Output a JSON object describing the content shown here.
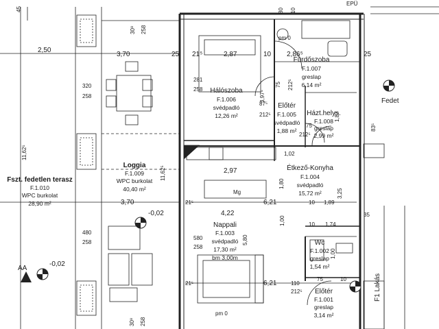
{
  "dims": {
    "d45": "45",
    "d80": "80",
    "d10": "10",
    "epu": "EPÜ",
    "d308_top": "30⁸",
    "d258_top": "258",
    "d250": "2,50",
    "d370_top": "3,70",
    "d25_a": "25",
    "d21_a": "21⁵",
    "d287": "2,87",
    "d10_b": "10",
    "d286": "2,86⁵",
    "d25_b": "25",
    "d320": "320",
    "d258_b": "258",
    "d281": "281",
    "d258_c": "258",
    "d397": "3,97⁵",
    "d75_a": "75",
    "d212_a": "212⁵",
    "d87": "87⁵",
    "d212_b": "212⁵",
    "d75_b": "75",
    "d212_c": "212⁵",
    "d187": "1,87",
    "d83": "83⁵",
    "d1162_l": "11,62⁵",
    "d1162_m": "11,62⁵",
    "d297": "2,97",
    "d102": "1,02",
    "d180": "1,80",
    "d325": "3,25",
    "d370_mid": "3,70",
    "d21_b": "21⁵",
    "d621_a": "6,21",
    "d10_c": "10",
    "d189": "1,89",
    "d422": "4,22",
    "d10_d": "10",
    "d174": "1,74",
    "d35": "35",
    "d480": "480",
    "d258_d": "258",
    "d580": "580",
    "d258_e": "258",
    "d580v": "5,80",
    "d100a": "1,00",
    "d100b": "1,00",
    "d75_c": "75",
    "d10_e": "10",
    "d21_c": "21⁵",
    "d621_b": "6,21",
    "d110": "110",
    "d212_d": "212⁵",
    "d308_bot": "30⁸",
    "d258_bot": "258",
    "pm0_a": "pm 0",
    "pm0_b": "pm 0",
    "neg002_a": "-0,02",
    "neg002_b": "-0,02",
    "aa": "AA",
    "fedet": "Fedet",
    "f1_lakas": "F1 Lakás",
    "mg": "Mg"
  },
  "rooms": {
    "halo": {
      "name": "Hálószoba",
      "code": "F.1.006",
      "floor": "svédpadló",
      "area": "12,26 m²"
    },
    "furdo": {
      "name": "Fürdőszoba",
      "code": "F.1.007",
      "floor": "greslap",
      "area": "6,14 m²"
    },
    "eloter1": {
      "name": "Előtér",
      "code": "F.1.005",
      "floor": "svédpadló",
      "area": "1,88 m²"
    },
    "haztart": {
      "name": "Házt.helys.",
      "code": "F.1.008",
      "floor": "greslap",
      "area": "2,99 m²"
    },
    "loggia": {
      "name": "Loggia",
      "code": "F.1.009",
      "floor": "WPC burkolat",
      "area": "40,40 m²"
    },
    "terasz": {
      "name": "Fszt. fedetlen terasz",
      "code": "F.1.010",
      "floor": "WPC burkolat",
      "area": "28,90 m²"
    },
    "etkezo": {
      "name": "Étkező-Konyha",
      "code": "F.1.004",
      "floor": "svédpadló",
      "area": "15,72 m²"
    },
    "nappali": {
      "name": "Nappali",
      "code": "F.1.003",
      "floor": "svédpadló",
      "area": "17,30 m²",
      "height": "bm 3,00m"
    },
    "wc": {
      "name": "Wc",
      "code": "F.1.002",
      "floor": "greslap",
      "area": "1,54 m²"
    },
    "eloter2": {
      "name": "Előtér",
      "code": "F.1.001",
      "floor": "greslap",
      "area": "3,14 m²"
    }
  }
}
